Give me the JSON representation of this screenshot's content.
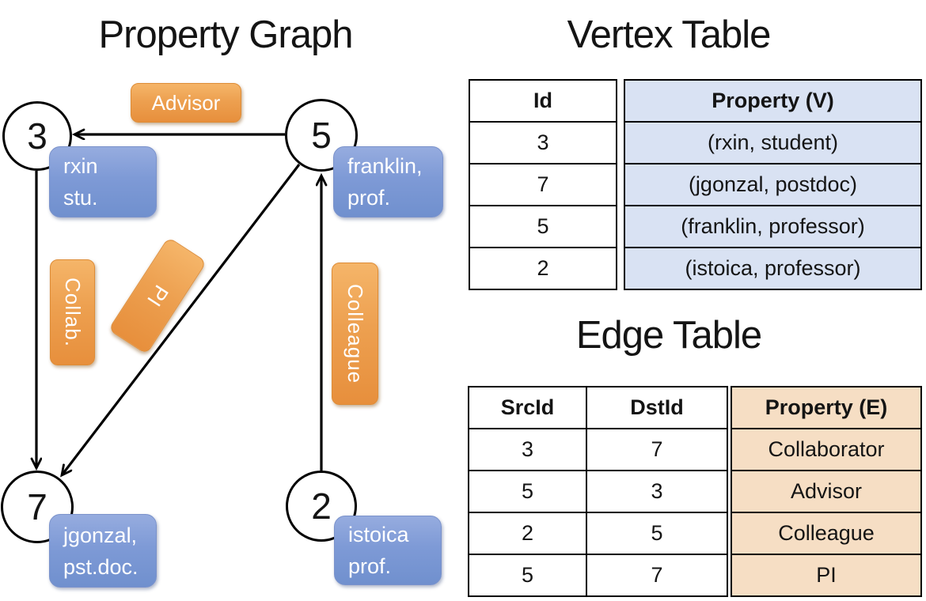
{
  "graph": {
    "title": "Property Graph",
    "nodes": [
      {
        "id": "3"
      },
      {
        "id": "5"
      },
      {
        "id": "7"
      },
      {
        "id": "2"
      }
    ],
    "edge_labels": {
      "advisor": "Advisor",
      "collab": "Collab.",
      "pi": "PI",
      "colleague": "Colleague"
    },
    "vertex_labels": {
      "rxin": {
        "line1": "rxin",
        "line2": "stu."
      },
      "franklin": {
        "line1": "franklin,",
        "line2": "prof."
      },
      "jgonzal": {
        "line1": "jgonzal,",
        "line2": "pst.doc."
      },
      "istoica": {
        "line1": "istoica",
        "line2": "prof."
      }
    }
  },
  "vertex_table": {
    "title": "Vertex Table",
    "headers": {
      "id": "Id",
      "property": "Property (V)"
    },
    "rows": [
      {
        "id": "3",
        "property": "(rxin, student)"
      },
      {
        "id": "7",
        "property": "(jgonzal, postdoc)"
      },
      {
        "id": "5",
        "property": "(franklin, professor)"
      },
      {
        "id": "2",
        "property": "(istoica, professor)"
      }
    ]
  },
  "edge_table": {
    "title": "Edge Table",
    "headers": {
      "src": "SrcId",
      "dst": "DstId",
      "property": "Property (E)"
    },
    "rows": [
      {
        "src": "3",
        "dst": "7",
        "property": "Collaborator"
      },
      {
        "src": "5",
        "dst": "3",
        "property": "Advisor"
      },
      {
        "src": "2",
        "dst": "5",
        "property": "Colleague"
      },
      {
        "src": "5",
        "dst": "7",
        "property": "PI"
      }
    ]
  },
  "colors": {
    "edge_label_fill": "#EDA050",
    "vertex_label_fill": "#7E9AD6",
    "vertex_property_fill": "#D9E2F3",
    "edge_property_fill": "#F6DEC4",
    "line": "#000000",
    "label_text": "#FFFFFF"
  }
}
